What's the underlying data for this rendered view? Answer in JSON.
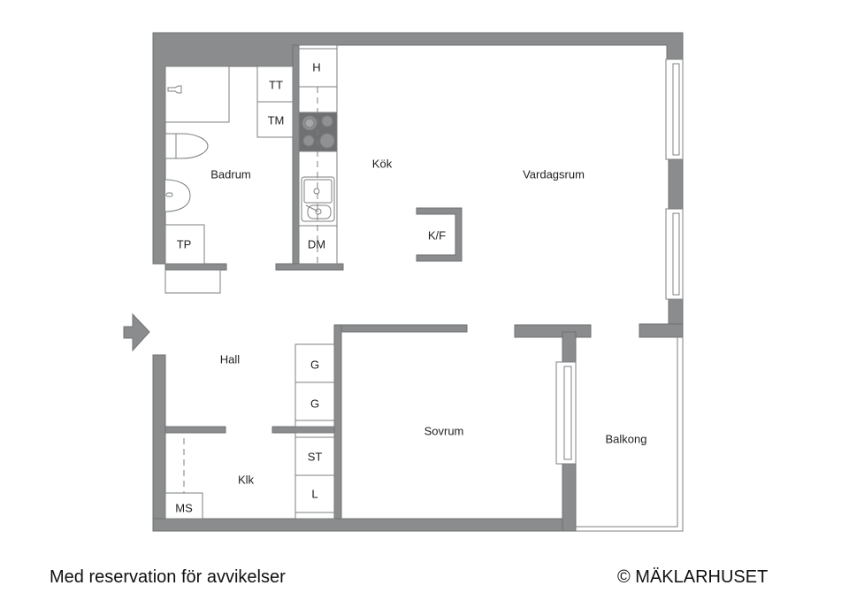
{
  "plan": {
    "wall_color": "#8a8c8d",
    "wall_outline": "#6f7172",
    "fixture_line": "#7d7f80",
    "hob_color": "#6e7071",
    "background": "#ffffff"
  },
  "rooms": {
    "badrum": "Badrum",
    "kok": "Kök",
    "vardagsrum": "Vardagsrum",
    "hall": "Hall",
    "sovrum": "Sovrum",
    "balkong": "Balkong",
    "klk": "Klk"
  },
  "fixtures": {
    "tt": "TT",
    "tm": "TM",
    "tp": "TP",
    "h": "H",
    "dm": "DM",
    "kf": "K/F",
    "g1": "G",
    "g2": "G",
    "st": "ST",
    "l": "L",
    "ms": "MS"
  },
  "footer": {
    "disclaimer": "Med reservation för avvikelser",
    "copyright": "© MÄKLARHUSET"
  },
  "icons": {
    "entrance": "entrance-arrow-icon"
  }
}
